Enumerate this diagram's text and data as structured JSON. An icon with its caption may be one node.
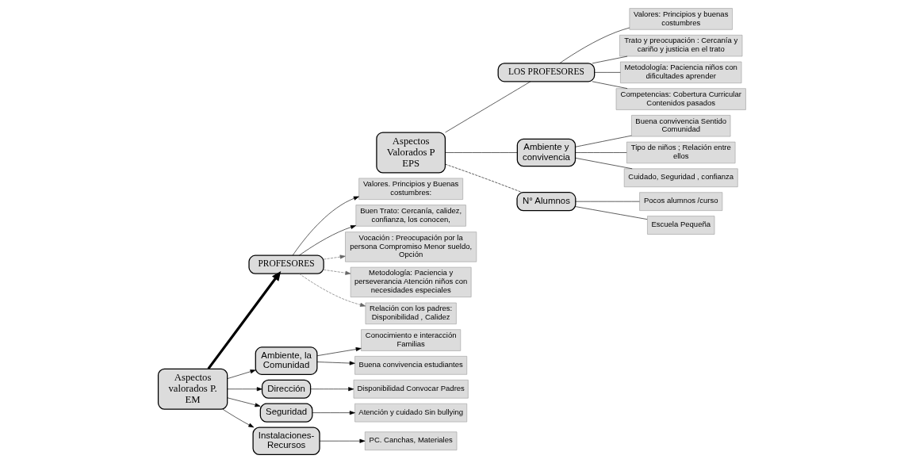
{
  "diagram": {
    "nodes": [
      {
        "text": [
          "Aspectos valorados P. EM"
        ]
      },
      {
        "text": [
          "PROFESORES"
        ]
      },
      {
        "text": [
          "Valores. Principios y Buenas costumbres:"
        ]
      },
      {
        "text": [
          "Buen Trato: Cercanía, calidez, confianza, los conocen,"
        ]
      },
      {
        "text": [
          "Vocación : Preocupación por la persona Compromiso Menor sueldo, Opción"
        ]
      },
      {
        "text": [
          "Metodología: Paciencia y perseverancia Atención niños con necesidades especiales"
        ]
      },
      {
        "text": [
          "Relación con los padres: Disponibilidad , Calidez"
        ]
      },
      {
        "text": [
          "Ambiente, la Comunidad"
        ]
      },
      {
        "text": [
          "Conocimiento e interacción Familias"
        ]
      },
      {
        "text": [
          "Buena convivencia estudiantes"
        ]
      },
      {
        "text": [
          "Dirección"
        ]
      },
      {
        "text": [
          "Disponibilidad Convocar Padres"
        ]
      },
      {
        "text": [
          "Seguridad"
        ]
      },
      {
        "text": [
          "Atención y cuidado Sin bullying"
        ]
      },
      {
        "text": [
          "Instalaciones- Recursos"
        ]
      },
      {
        "text": [
          "PC. Canchas, Materiales"
        ]
      },
      {
        "text": [
          "Aspectos Valorados P EPS"
        ]
      },
      {
        "text": [
          "LOS PROFESORES"
        ]
      },
      {
        "text": [
          "Valores: Principios y buenas costumbres"
        ]
      },
      {
        "text": [
          "Trato y preocupación : Cercanía y cariño y justicia en el trato"
        ]
      },
      {
        "text": [
          "Metodología: Paciencia niños con dificultades aprender"
        ]
      },
      {
        "text": [
          "Competencias: Cobertura Curricular Contenidos pasados"
        ]
      },
      {
        "text": [
          "Ambiente y convivencia"
        ]
      },
      {
        "text": [
          "Buena convivencia Sentido Comunidad"
        ]
      },
      {
        "text": [
          "Tipo de niños ; Relación entre ellos"
        ]
      },
      {
        "text": [
          "Cuidado, Seguridad , confianza"
        ]
      },
      {
        "text": [
          "N° Alumnos"
        ]
      },
      {
        "text": [
          "Pocos alumnos /curso"
        ]
      },
      {
        "text": [
          "Escuela Pequeña"
        ]
      }
    ],
    "edges": [
      {
        "from": 0,
        "to": 1,
        "arrow": "to",
        "style": "thick"
      },
      {
        "from": 1,
        "to": 2,
        "arrow": "to"
      },
      {
        "from": 1,
        "to": 3,
        "arrow": "to"
      },
      {
        "from": 1,
        "to": 4,
        "arrow": "to",
        "style": "dashed",
        "color": "#666666"
      },
      {
        "from": 1,
        "to": 5,
        "arrow": "to",
        "style": "dashed",
        "color": "#666666"
      },
      {
        "from": 1,
        "to": 6,
        "arrow": "to",
        "style": "dashed",
        "color": "#666666"
      },
      {
        "from": 0,
        "to": 7,
        "arrow": "to"
      },
      {
        "from": 0,
        "to": 10,
        "arrow": "to"
      },
      {
        "from": 0,
        "to": 12,
        "arrow": "to"
      },
      {
        "from": 0,
        "to": 14,
        "arrow": "to"
      },
      {
        "from": 7,
        "to": 8,
        "arrow": "to"
      },
      {
        "from": 7,
        "to": 9,
        "arrow": "to"
      },
      {
        "from": 10,
        "to": 11,
        "arrow": "to"
      },
      {
        "from": 12,
        "to": 13,
        "arrow": "to"
      },
      {
        "from": 14,
        "to": 15,
        "arrow": "to"
      },
      {
        "from": 16,
        "to": 17,
        "arrow": "none"
      },
      {
        "from": 16,
        "to": 22,
        "arrow": "none"
      },
      {
        "from": 16,
        "to": 26,
        "arrow": "none",
        "style": "dashed"
      },
      {
        "from": 17,
        "to": 18,
        "arrow": "none"
      },
      {
        "from": 17,
        "to": 19,
        "arrow": "none"
      },
      {
        "from": 17,
        "to": 20,
        "arrow": "none"
      },
      {
        "from": 17,
        "to": 21,
        "arrow": "none"
      },
      {
        "from": 22,
        "to": 23,
        "arrow": "none"
      },
      {
        "from": 22,
        "to": 24,
        "arrow": "none"
      },
      {
        "from": 22,
        "to": 25,
        "arrow": "none"
      },
      {
        "from": 26,
        "to": 27,
        "arrow": "none"
      },
      {
        "from": 26,
        "to": 28,
        "arrow": "none"
      }
    ]
  }
}
